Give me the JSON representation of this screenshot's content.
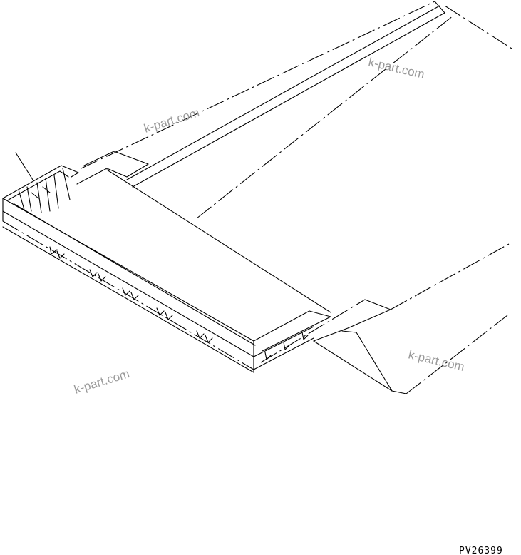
{
  "watermarks": [
    "k-part.com",
    "k-part.com",
    "k-part.com",
    "k-part.com"
  ],
  "drawing_code": "PV26399",
  "colors": {
    "line": "#000000",
    "watermark": "#9a9a9a",
    "background": "#ffffff"
  }
}
